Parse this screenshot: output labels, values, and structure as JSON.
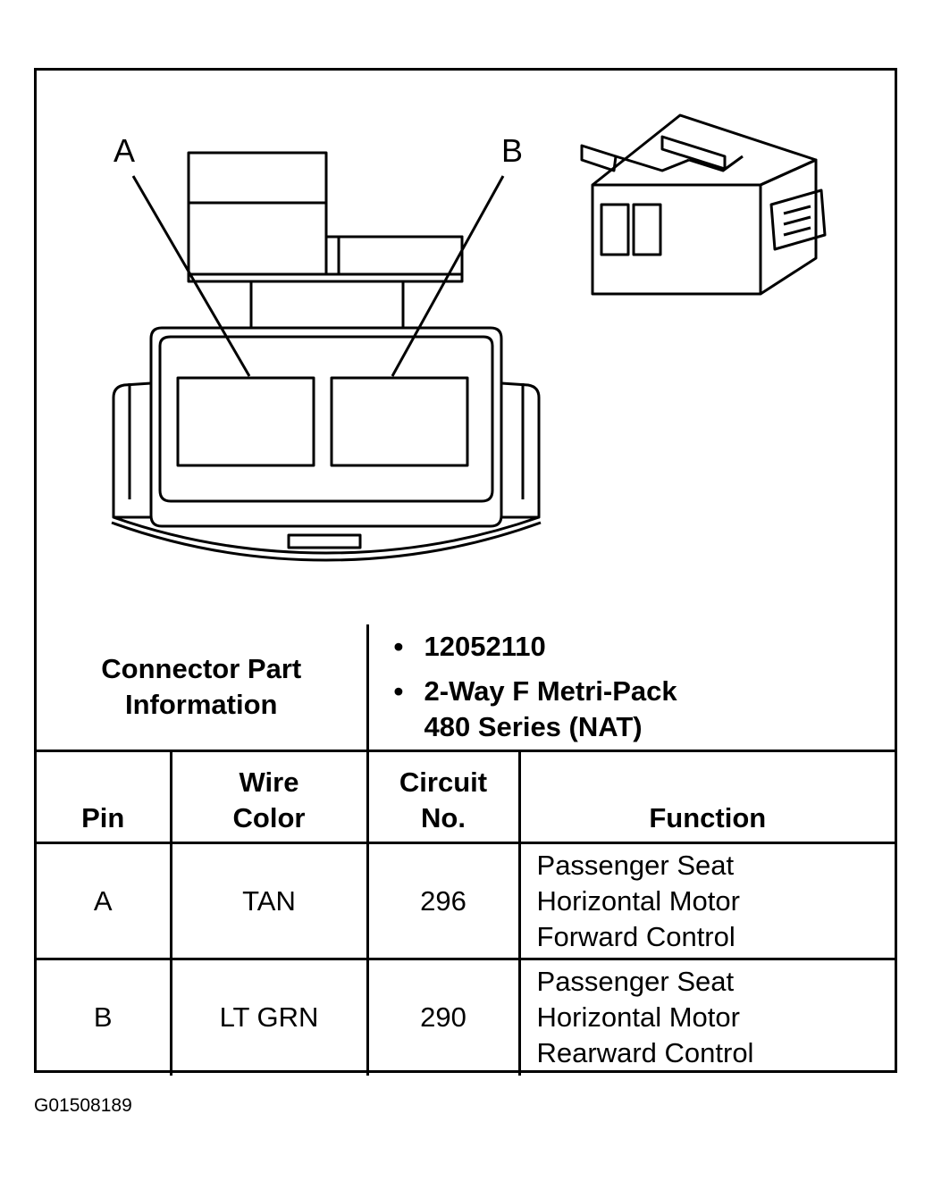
{
  "diagram": {
    "pin_labels": [
      "A",
      "B"
    ]
  },
  "connector_info": {
    "label_line1": "Connector Part",
    "label_line2": "Information",
    "part_number": "12052110",
    "description_line1": "2-Way F Metri-Pack",
    "description_line2": "480 Series (NAT)"
  },
  "table": {
    "headers": {
      "pin": "Pin",
      "wire_line1": "Wire",
      "wire_line2": "Color",
      "circuit_line1": "Circuit",
      "circuit_line2": "No.",
      "function": "Function"
    },
    "rows": [
      {
        "pin": "A",
        "wire_color": "TAN",
        "circuit": "296",
        "function_lines": [
          "Passenger Seat",
          "Horizontal Motor",
          "Forward Control"
        ]
      },
      {
        "pin": "B",
        "wire_color": "LT GRN",
        "circuit": "290",
        "function_lines": [
          "Passenger Seat",
          "Horizontal Motor",
          "Rearward Control"
        ]
      }
    ]
  },
  "footer": {
    "code": "G01508189"
  }
}
